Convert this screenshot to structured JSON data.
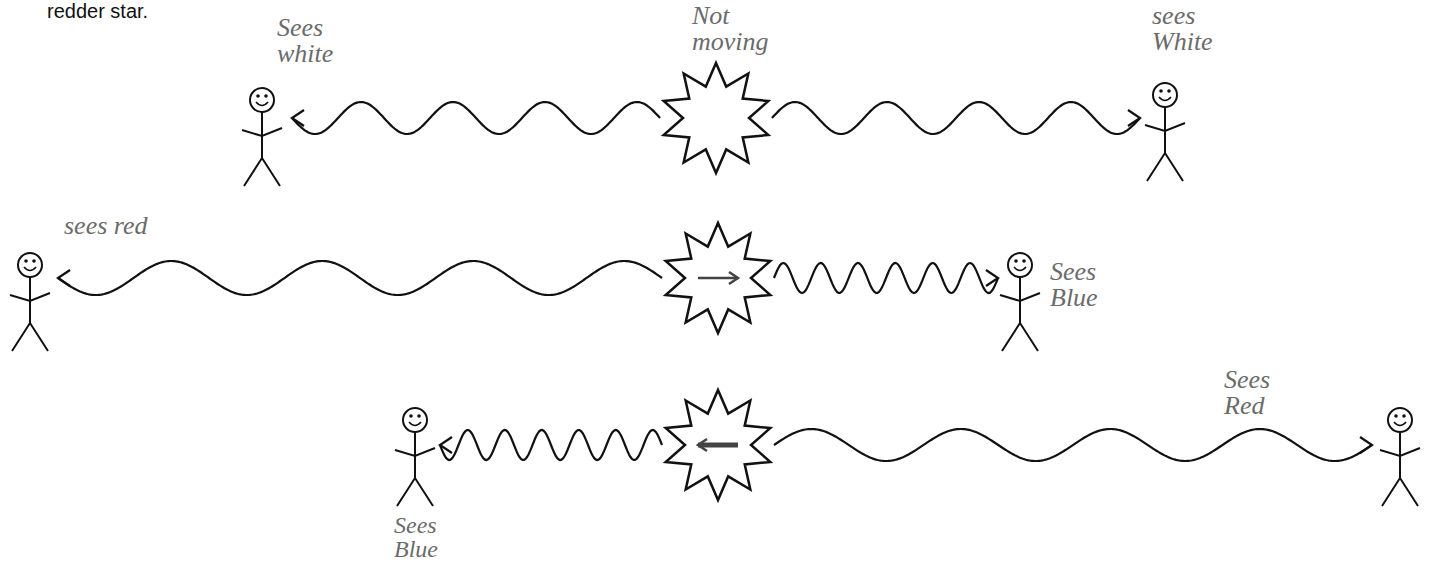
{
  "diagram": {
    "labels": [
      "redder star.",
      "Sees white",
      "Not moving",
      "sees White",
      "sees red",
      "Sees Blue",
      "Sees Blue",
      "Sees Red"
    ]
  }
}
